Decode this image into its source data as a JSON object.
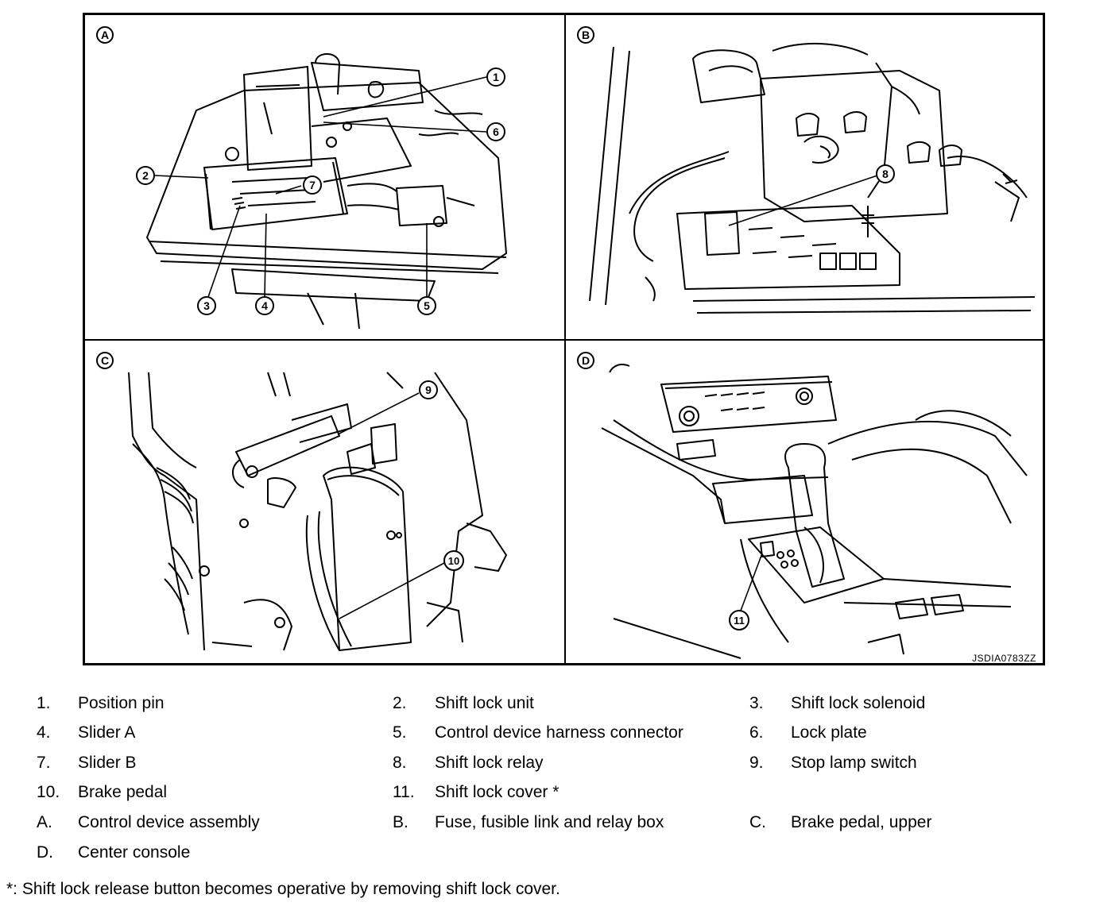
{
  "panels": {
    "a": "A",
    "b": "B",
    "c": "C",
    "d": "D"
  },
  "callouts": [
    "1",
    "2",
    "3",
    "4",
    "5",
    "6",
    "7",
    "8",
    "9",
    "10",
    "11"
  ],
  "reference_id": "JSDIA0783ZZ",
  "legend": [
    [
      {
        "num": "1.",
        "label": "Position pin"
      },
      {
        "num": "2.",
        "label": "Shift lock unit"
      },
      {
        "num": "3.",
        "label": "Shift lock solenoid"
      }
    ],
    [
      {
        "num": "4.",
        "label": "Slider A"
      },
      {
        "num": "5.",
        "label": "Control device harness connector"
      },
      {
        "num": "6.",
        "label": "Lock plate"
      }
    ],
    [
      {
        "num": "7.",
        "label": "Slider B"
      },
      {
        "num": "8.",
        "label": "Shift lock relay"
      },
      {
        "num": "9.",
        "label": "Stop lamp switch"
      }
    ],
    [
      {
        "num": "10.",
        "label": "Brake pedal"
      },
      {
        "num": "11.",
        "label": "Shift lock cover *"
      }
    ],
    [
      {
        "num": "A.",
        "label": "Control device assembly"
      },
      {
        "num": "B.",
        "label": "Fuse, fusible link and relay box"
      },
      {
        "num": "C.",
        "label": "Brake pedal, upper"
      }
    ],
    [
      {
        "num": "D.",
        "label": "Center console"
      }
    ]
  ],
  "footnote": "*: Shift lock release button becomes operative by removing shift lock cover."
}
